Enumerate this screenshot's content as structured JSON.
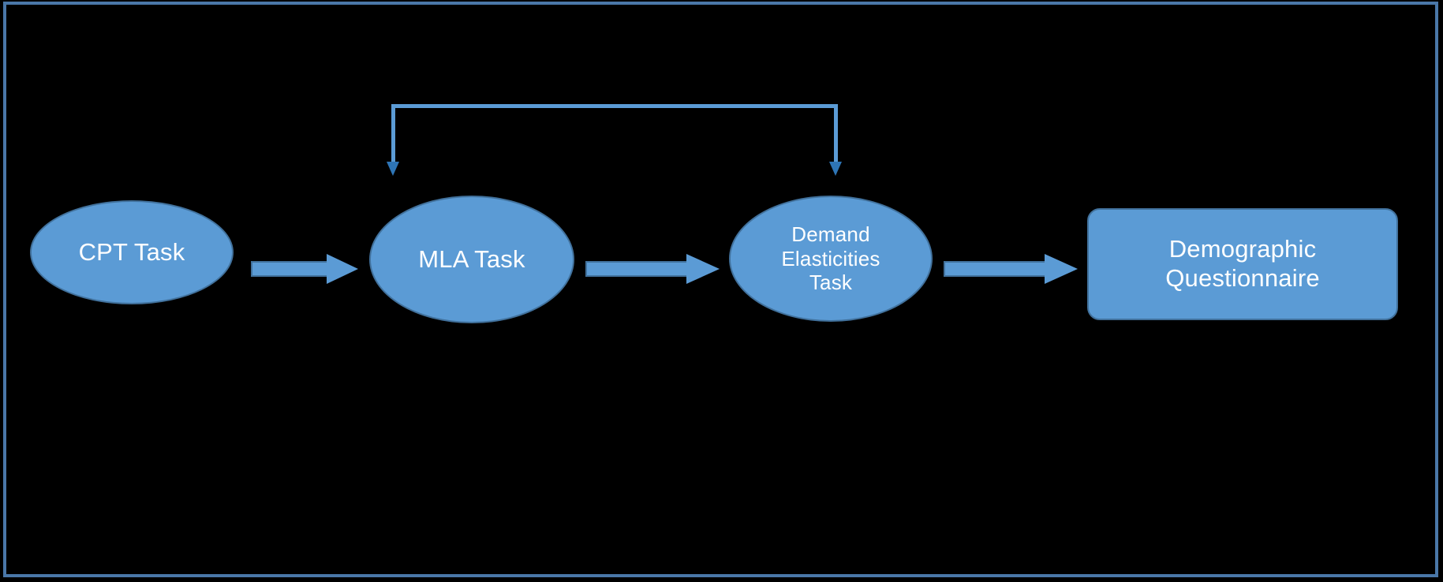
{
  "diagram": {
    "title": "Experimental task sequence flowchart",
    "background_color": "#000000",
    "node_fill_color": "#5B9BD5",
    "node_border_color": "#41719C",
    "node_text_color": "#FFFFFF",
    "connector_color": "#5B9BD5",
    "frame_color": "#4A77A8",
    "nodes": [
      {
        "id": "cpt",
        "label": "CPT Task",
        "shape": "ellipse"
      },
      {
        "id": "mla",
        "label": "MLA Task",
        "shape": "ellipse"
      },
      {
        "id": "demand",
        "label": "Demand Elasticities Task",
        "shape": "ellipse",
        "lines": [
          "Demand",
          "Elasticities",
          "Task"
        ]
      },
      {
        "id": "demo",
        "label": "Demographic Questionnaire",
        "shape": "rounded-rectangle",
        "lines": [
          "Demographic",
          "Questionnaire"
        ]
      }
    ],
    "edges": [
      {
        "id": "e1",
        "from": "cpt",
        "to": "mla",
        "style": "block-arrow-right"
      },
      {
        "id": "e2",
        "from": "mla",
        "to": "demand",
        "style": "block-arrow-right"
      },
      {
        "id": "e3",
        "from": "demand",
        "to": "demo",
        "style": "block-arrow-right"
      },
      {
        "id": "e4",
        "from": "mla",
        "to": "demand",
        "style": "bracket-double-headed-down",
        "label": ""
      }
    ]
  }
}
